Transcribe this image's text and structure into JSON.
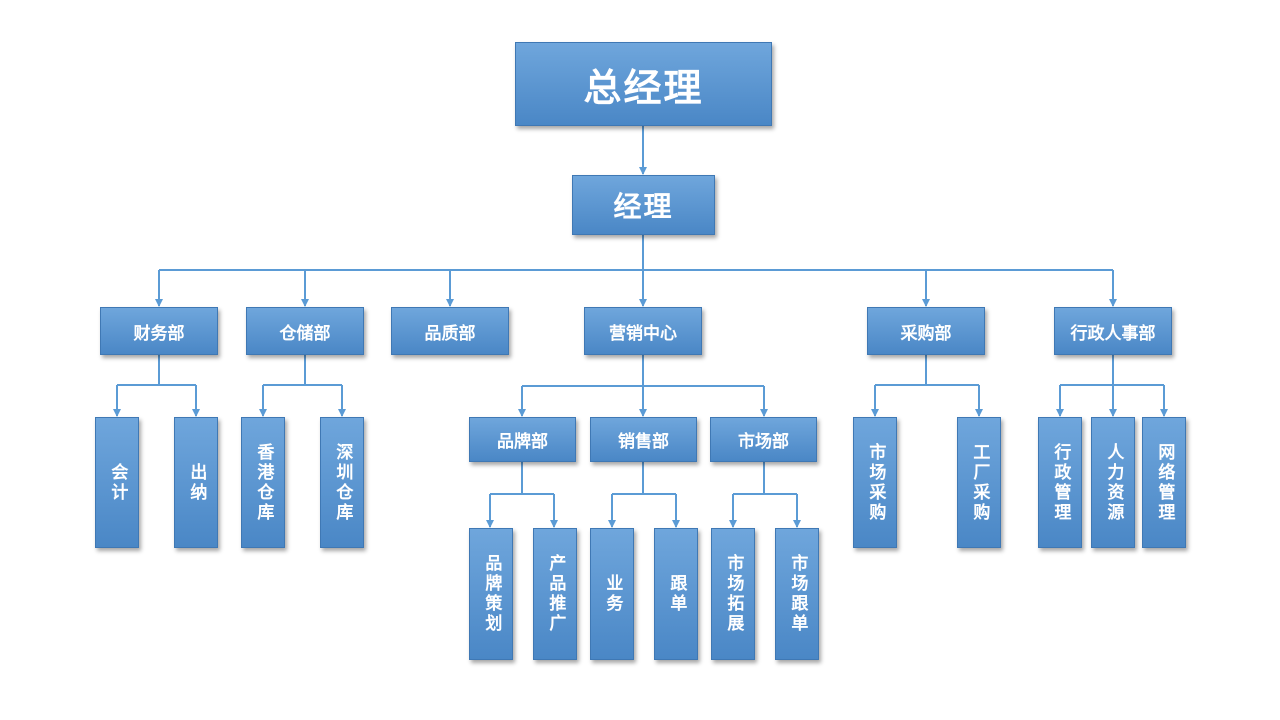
{
  "colors": {
    "box": "#5b9bd5",
    "line": "#5b9bd5",
    "text": "#ffffff"
  },
  "nodes": {
    "general_manager": "总经理",
    "manager": "经理",
    "finance": "财务部",
    "accounting": "会计",
    "cashier": "出纳",
    "warehouse": "仓储部",
    "hk_warehouse": "香港仓库",
    "sz_warehouse": "深圳仓库",
    "quality": "品质部",
    "marketing_center": "营销中心",
    "brand": "品牌部",
    "brand_planning": "品牌策划",
    "product_promotion": "产品推广",
    "sales": "销售部",
    "business": "业务",
    "order_follow": "跟单",
    "market": "市场部",
    "market_expansion": "市场拓展",
    "market_follow": "市场跟单",
    "purchasing": "采购部",
    "market_purchasing": "市场采购",
    "factory_purchasing": "工厂采购",
    "admin_hr": "行政人事部",
    "admin_mgmt": "行政管理",
    "hr": "人力资源",
    "network_mgmt": "网络管理"
  }
}
